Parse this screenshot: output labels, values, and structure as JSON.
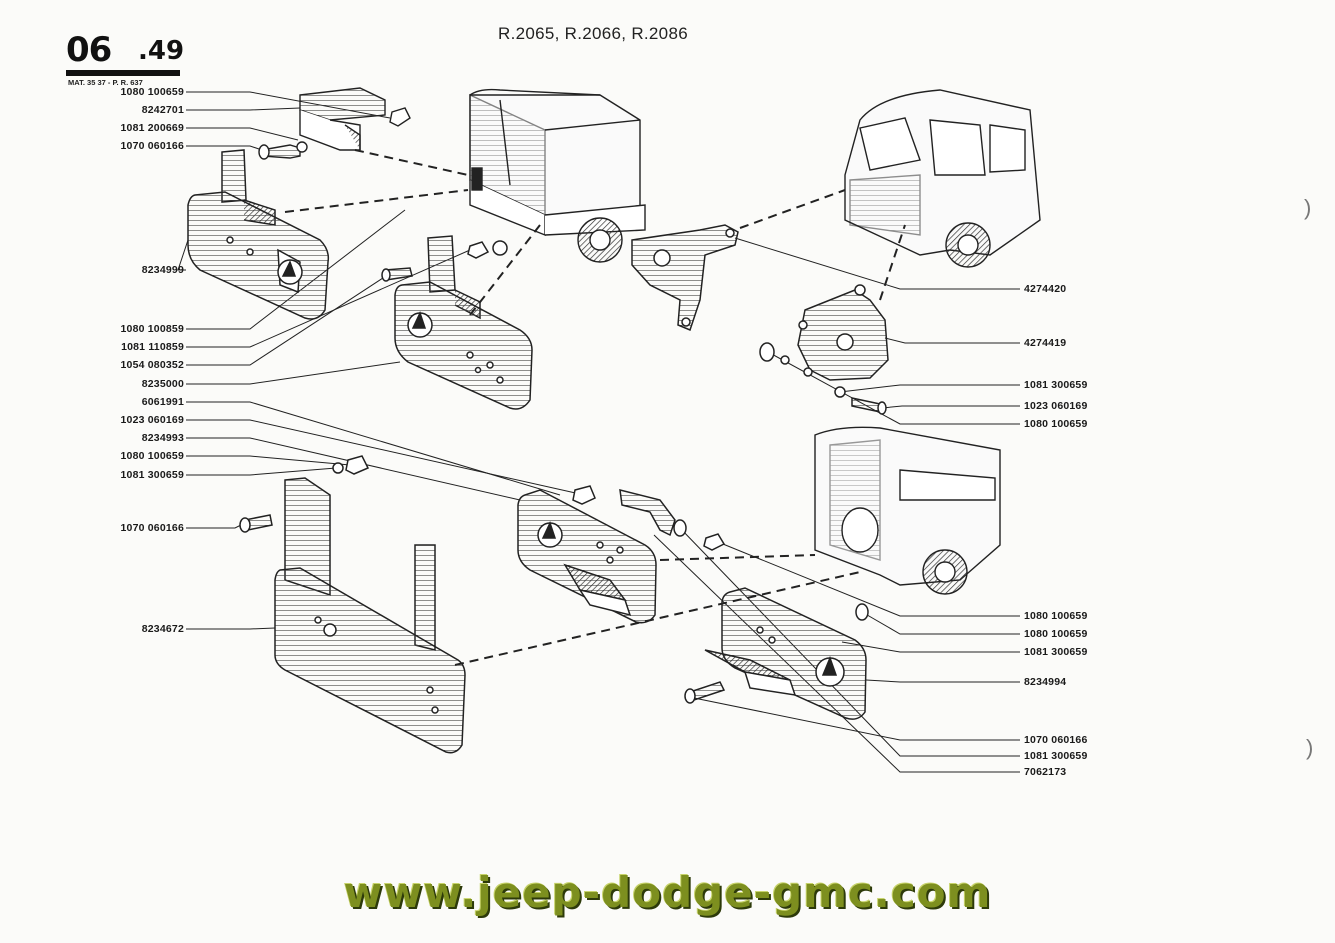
{
  "header": {
    "sheet_number": "06",
    "sheet_sub": ".49",
    "material_ref": "MAT. 35 37 - P. R. 637",
    "models": "R.2065, R.2066, R.2086"
  },
  "labels_left": [
    "1080 100659",
    "8242701",
    "1081 200669",
    "1070 060166",
    "8234999",
    "1080 100859",
    "1081 110859",
    "1054 080352",
    "8235000",
    "6061991",
    "1023 060169",
    "8234993",
    "1080 100659",
    "1081 300659",
    "1070 060166",
    "8234672"
  ],
  "labels_right": [
    "4274420",
    "4274419",
    "1081 300659",
    "1023 060169",
    "1080 100659",
    "1080 100659",
    "1080 100659",
    "1081 300659",
    "8234994",
    "1070 060166",
    "1081 300659",
    "7062173"
  ],
  "footer": {
    "watermark": "www.jeep-dodge-gmc.com"
  }
}
